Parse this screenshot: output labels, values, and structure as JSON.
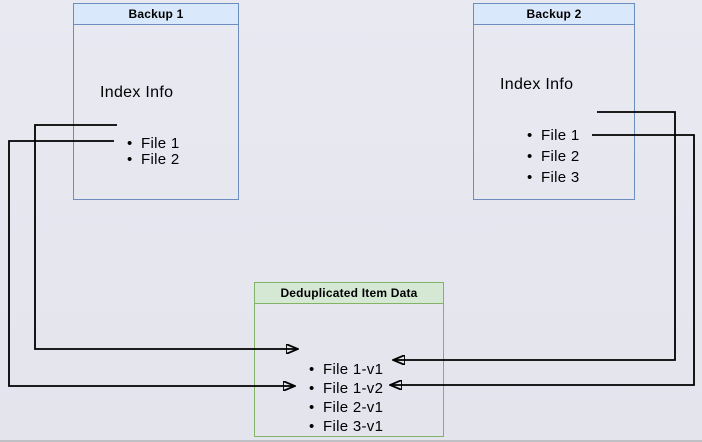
{
  "colors": {
    "blue_fill": "#dae8fc",
    "blue_border": "#6c8ebf",
    "green_fill": "#d5e8d4",
    "green_border": "#82b366",
    "line_color": "#000000",
    "bg_top": "#e9e9f2",
    "bg_bottom": "#e4e4ed"
  },
  "diagram": {
    "nodes": [
      {
        "id": "backup1",
        "title": "Backup 1",
        "body_label": "Index Info",
        "items": [
          "File 1",
          "File 2"
        ]
      },
      {
        "id": "backup2",
        "title": "Backup 2",
        "body_label": "Index Info",
        "items": [
          "File 1",
          "File 2",
          "File 3"
        ]
      },
      {
        "id": "dedup",
        "title": "Deduplicated Item Data",
        "items": [
          "File 1-v1",
          "File 1-v2",
          "File 2-v1",
          "File 3-v1"
        ]
      }
    ],
    "connections": [
      {
        "from": "Backup 1 / File 1",
        "to": "Deduplicated Item Data / File 1-v1",
        "route": "left"
      },
      {
        "from": "Backup 1 / File 2",
        "to": "Deduplicated Item Data / File 2-v1",
        "route": "left"
      },
      {
        "from": "Backup 2 / File 1",
        "to": "Deduplicated Item Data / File 1-v2",
        "route": "right"
      },
      {
        "from": "Backup 2 / File 2",
        "to": "Deduplicated Item Data / File 2-v1",
        "route": "right"
      }
    ]
  }
}
